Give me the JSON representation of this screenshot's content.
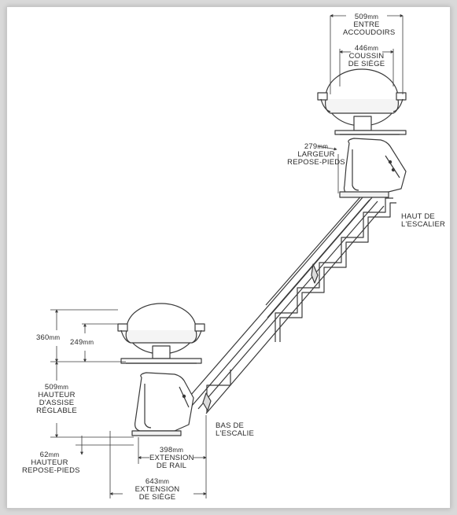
{
  "labels": {
    "between_armrests": {
      "value": "509",
      "unit": "mm",
      "lines": [
        "ENTRE",
        "ACCOUDOIRS"
      ]
    },
    "seat_cushion": {
      "value": "446",
      "unit": "mm",
      "lines": [
        "COUSSIN",
        "DE SIÈGE"
      ]
    },
    "footrest_width": {
      "value": "279",
      "unit": "mm",
      "lines": [
        "LARGEUR",
        "REPOSE-PIEDS"
      ]
    },
    "top_of_stairs": {
      "lines": [
        "HAUT DE",
        "L'ESCALIER"
      ]
    },
    "height_360": {
      "value": "360",
      "unit": "mm"
    },
    "height_249": {
      "value": "249",
      "unit": "mm"
    },
    "seat_height": {
      "value": "509",
      "unit": "mm",
      "lines": [
        "HAUTEUR",
        "D'ASSISE",
        "RÉGLABLE"
      ]
    },
    "footrest_height": {
      "value": "62",
      "unit": "mm",
      "lines": [
        "HAUTEUR",
        "REPOSE-PIEDS"
      ]
    },
    "bottom_of_stairs": {
      "lines": [
        "BAS DE",
        "L'ESCALIE"
      ]
    },
    "rail_extension": {
      "value": "398",
      "unit": "mm",
      "lines": [
        "EXTENSION",
        "DE RAIL"
      ]
    },
    "seat_extension": {
      "value": "643",
      "unit": "mm",
      "lines": [
        "EXTENSION",
        "DE SIÈGE"
      ]
    }
  },
  "colors": {
    "line": "#3a3a3a",
    "frame": "#ffffff",
    "background": "#d9d9d9"
  }
}
